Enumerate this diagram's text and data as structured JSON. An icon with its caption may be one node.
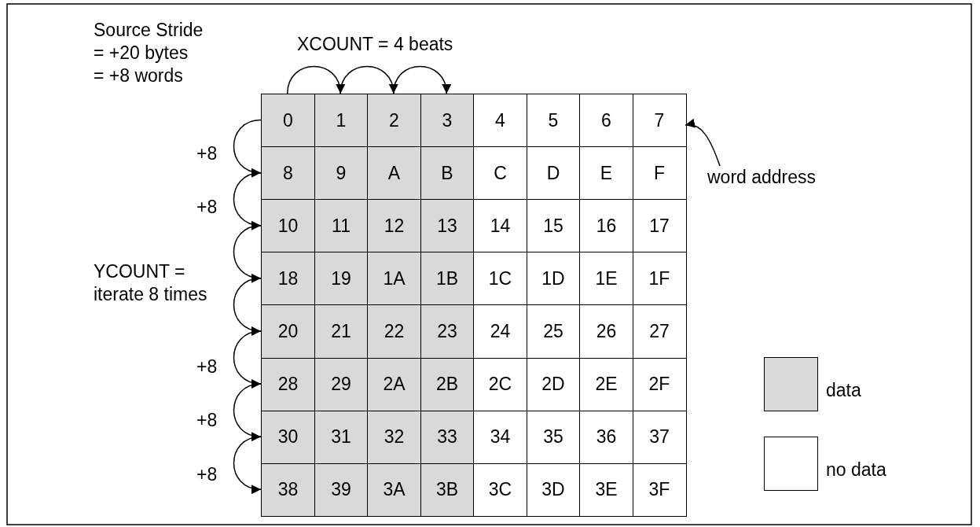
{
  "diagram": {
    "nodes": [
      {
        "text": [
          "0"
        ]
      },
      {
        "text": [
          "1"
        ]
      },
      {
        "text": [
          "2"
        ]
      },
      {
        "text": [
          "3"
        ]
      },
      {
        "text": [
          "4"
        ]
      },
      {
        "text": [
          "5"
        ]
      },
      {
        "text": [
          "6"
        ]
      },
      {
        "text": [
          "7"
        ]
      },
      {
        "text": [
          "8"
        ]
      },
      {
        "text": [
          "9"
        ]
      },
      {
        "text": [
          "A"
        ]
      },
      {
        "text": [
          "B"
        ]
      },
      {
        "text": [
          "C"
        ]
      },
      {
        "text": [
          "D"
        ]
      },
      {
        "text": [
          "E"
        ]
      },
      {
        "text": [
          "F"
        ]
      },
      {
        "text": [
          "10"
        ]
      },
      {
        "text": [
          "11"
        ]
      },
      {
        "text": [
          "12"
        ]
      },
      {
        "text": [
          "13"
        ]
      },
      {
        "text": [
          "14"
        ]
      },
      {
        "text": [
          "15"
        ]
      },
      {
        "text": [
          "16"
        ]
      },
      {
        "text": [
          "17"
        ]
      },
      {
        "text": [
          "18"
        ]
      },
      {
        "text": [
          "19"
        ]
      },
      {
        "text": [
          "1A"
        ]
      },
      {
        "text": [
          "1B"
        ]
      },
      {
        "text": [
          "1C"
        ]
      },
      {
        "text": [
          "1D"
        ]
      },
      {
        "text": [
          "1E"
        ]
      },
      {
        "text": [
          "1F"
        ]
      },
      {
        "text": [
          "20"
        ]
      },
      {
        "text": [
          "21"
        ]
      },
      {
        "text": [
          "22"
        ]
      },
      {
        "text": [
          "23"
        ]
      },
      {
        "text": [
          "24"
        ]
      },
      {
        "text": [
          "25"
        ]
      },
      {
        "text": [
          "26"
        ]
      },
      {
        "text": [
          "27"
        ]
      },
      {
        "text": [
          "28"
        ]
      },
      {
        "text": [
          "29"
        ]
      },
      {
        "text": [
          "2A"
        ]
      },
      {
        "text": [
          "2B"
        ]
      },
      {
        "text": [
          "2C"
        ]
      },
      {
        "text": [
          "2D"
        ]
      },
      {
        "text": [
          "2E"
        ]
      },
      {
        "text": [
          "2F"
        ]
      },
      {
        "text": [
          "30"
        ]
      },
      {
        "text": [
          "31"
        ]
      },
      {
        "text": [
          "32"
        ]
      },
      {
        "text": [
          "33"
        ]
      },
      {
        "text": [
          "34"
        ]
      },
      {
        "text": [
          "35"
        ]
      },
      {
        "text": [
          "36"
        ]
      },
      {
        "text": [
          "37"
        ]
      },
      {
        "text": [
          "38"
        ]
      },
      {
        "text": [
          "39"
        ]
      },
      {
        "text": [
          "3A"
        ]
      },
      {
        "text": [
          "3B"
        ]
      },
      {
        "text": [
          "3C"
        ]
      },
      {
        "text": [
          "3D"
        ]
      },
      {
        "text": [
          "3E"
        ]
      },
      {
        "text": [
          "3F"
        ]
      },
      {
        "text": [
          "word address"
        ]
      }
    ],
    "edges": [
      {
        "from": 0,
        "to": 1,
        "arrow": "to"
      },
      {
        "from": 1,
        "to": 2,
        "arrow": "to"
      },
      {
        "from": 2,
        "to": 3,
        "arrow": "to"
      },
      {
        "from": 0,
        "to": 8,
        "arrow": "to"
      },
      {
        "from": 8,
        "to": 16,
        "arrow": "to"
      },
      {
        "from": 16,
        "to": 24,
        "arrow": "to"
      },
      {
        "from": 24,
        "to": 32,
        "arrow": "to"
      },
      {
        "from": 32,
        "to": 40,
        "arrow": "to"
      },
      {
        "from": 40,
        "to": 48,
        "arrow": "to"
      },
      {
        "from": 48,
        "to": 56,
        "arrow": "to"
      },
      {
        "from": 64,
        "to": 7,
        "arrow": "to"
      }
    ],
    "labels": [
      "Source Stride = +20 bytes = +8 words",
      "XCOUNT = 4 beats",
      "+8",
      "+8",
      "YCOUNT = iterate 8 times",
      "+8",
      "+8",
      "+8"
    ],
    "legend": [
      {
        "text": "data",
        "color": "#d9d9d9"
      },
      {
        "text": "no data",
        "color": "#ffffff"
      }
    ]
  }
}
